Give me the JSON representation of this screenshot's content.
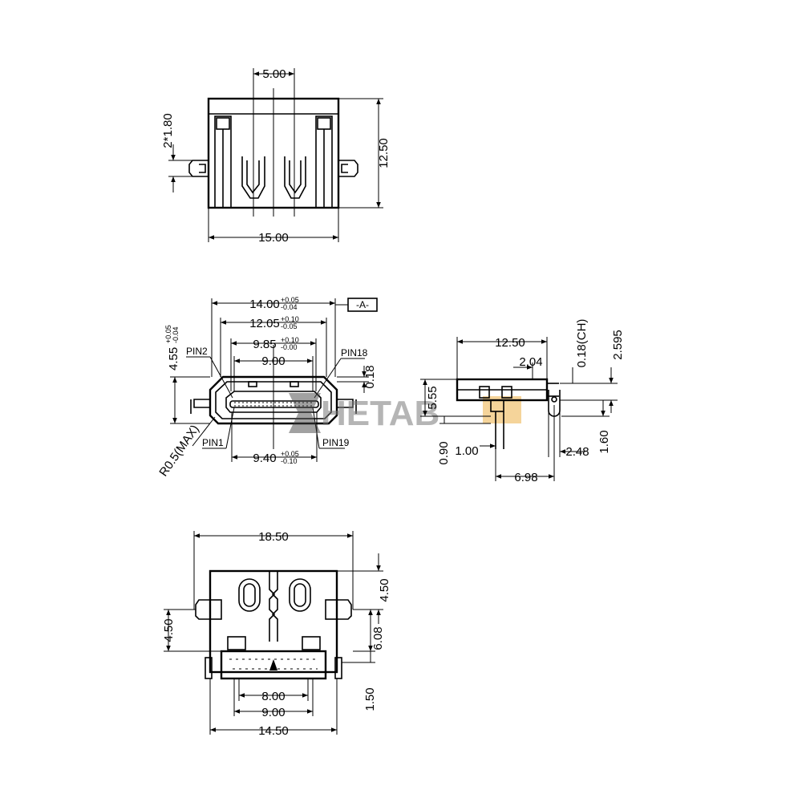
{
  "top_view": {
    "width_top": "5.00",
    "height_right": "12.50",
    "width_bottom": "15.00",
    "pitch_left": "2*1.80"
  },
  "front_view": {
    "w_14": "14.00",
    "w_14_tol_up": "+0.05",
    "w_14_tol_dn": "-0.04",
    "w_12": "12.05",
    "w_12_tol_up": "+0.10",
    "w_12_tol_dn": "-0.05",
    "w_985": "9.85",
    "w_985_tol_up": "+0.10",
    "w_985_tol_dn": "-0.00",
    "w_9": "9.00",
    "h_455": "4.55",
    "h_455_tol_up": "+0.05",
    "h_455_tol_dn": "-0.04",
    "t_018": "0.18",
    "w_940": "9.40",
    "w_940_tol_up": "+0.05",
    "w_940_tol_dn": "-0.10",
    "datum": "-A-",
    "pin2": "PIN2",
    "pin18": "PIN18",
    "pin1": "PIN1",
    "pin19": "PIN19",
    "radius": "R0.5(MAX)"
  },
  "side_view": {
    "len_1250": "12.50",
    "len_204": "2.04",
    "ch_018": "0.18(CH)",
    "h_2595": "2.595",
    "h_555": "5.55",
    "h_090": "0.90",
    "w_100": "1.00",
    "w_248": "2.48",
    "h_160": "1.60",
    "w_698": "6.98"
  },
  "footprint_view": {
    "w_1850": "18.50",
    "h_450_right": "4.50",
    "h_450_left": "4.50",
    "h_608": "6.08",
    "w_800": "8.00",
    "w_900": "9.00",
    "w_1450": "14.50",
    "h_150": "1.50"
  },
  "watermark": "HETAB"
}
